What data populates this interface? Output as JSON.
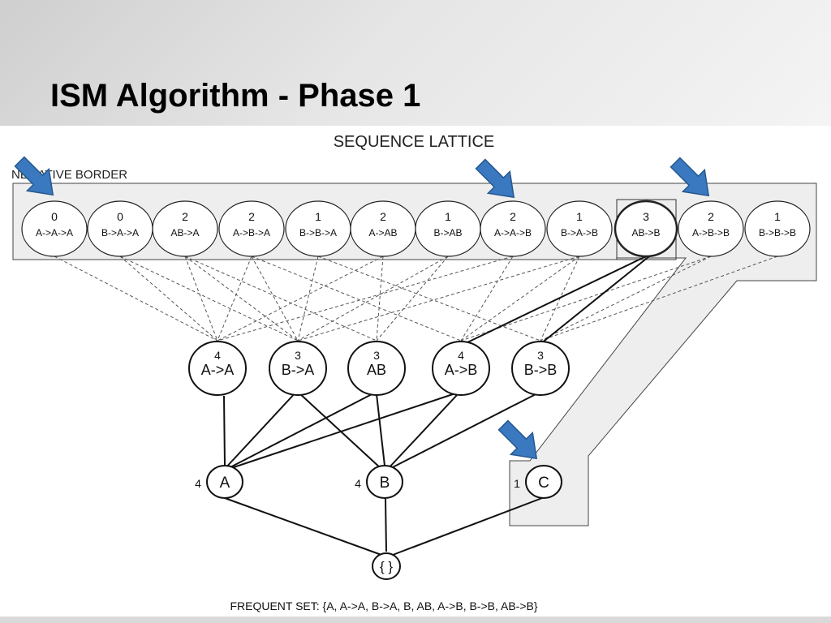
{
  "slide": {
    "title": "ISM Algorithm - Phase 1"
  },
  "figure": {
    "title": "SEQUENCE LATTICE",
    "negative_border_label": "NEGATIVE BORDER",
    "frequent_set_label": "FREQUENT SET: {A, A->A, B->A, B, AB, A->B, B->B, AB->B}"
  },
  "level3": [
    {
      "support": "0",
      "label": "A->A->A"
    },
    {
      "support": "0",
      "label": "B->A->A"
    },
    {
      "support": "2",
      "label": "AB->A"
    },
    {
      "support": "2",
      "label": "A->B->A"
    },
    {
      "support": "1",
      "label": "B->B->A"
    },
    {
      "support": "2",
      "label": "A->AB"
    },
    {
      "support": "1",
      "label": "B->AB"
    },
    {
      "support": "2",
      "label": "A->A->B"
    },
    {
      "support": "1",
      "label": "B->A->B"
    },
    {
      "support": "3",
      "label": "AB->B"
    },
    {
      "support": "2",
      "label": "A->B->B"
    },
    {
      "support": "1",
      "label": "B->B->B"
    }
  ],
  "level2": [
    {
      "support": "4",
      "label": "A->A"
    },
    {
      "support": "3",
      "label": "B->A"
    },
    {
      "support": "3",
      "label": "AB"
    },
    {
      "support": "4",
      "label": "A->B"
    },
    {
      "support": "3",
      "label": "B->B"
    }
  ],
  "level1": [
    {
      "support": "4",
      "label": "A"
    },
    {
      "support": "4",
      "label": "B"
    },
    {
      "support": "1",
      "label": "C"
    }
  ],
  "root": {
    "label": "{ }"
  },
  "colors": {
    "arrow_fill": "#3a78c0",
    "arrow_stroke": "#26588f",
    "region_fill": "#eeeeee"
  },
  "icons": [
    "arrow-icon"
  ]
}
